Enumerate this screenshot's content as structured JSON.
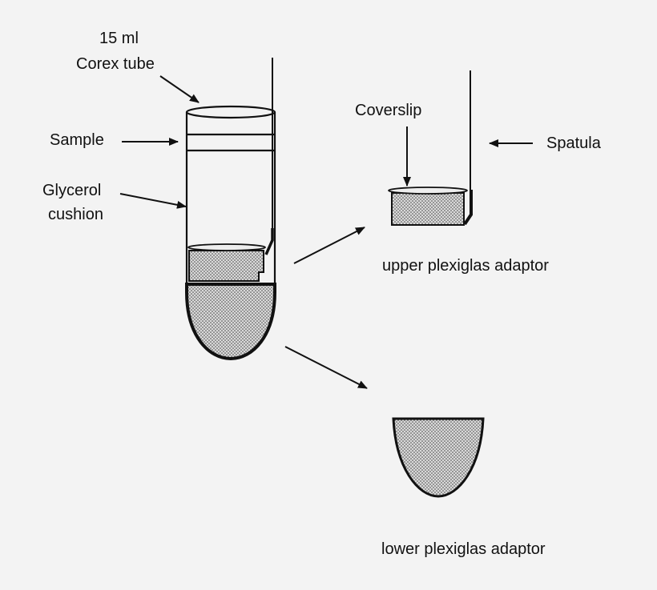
{
  "labels": {
    "tube_line1": "15 ml",
    "tube_line2": "Corex tube",
    "sample": "Sample",
    "glycerol_line1": "Glycerol",
    "glycerol_line2": "cushion",
    "coverslip": "Coverslip",
    "spatula": "Spatula",
    "upper_adaptor": "upper plexiglas adaptor",
    "lower_adaptor": "lower plexiglas adaptor"
  },
  "colors": {
    "background": "#f3f3f3",
    "ink": "#111111",
    "stipple": "#555555"
  }
}
